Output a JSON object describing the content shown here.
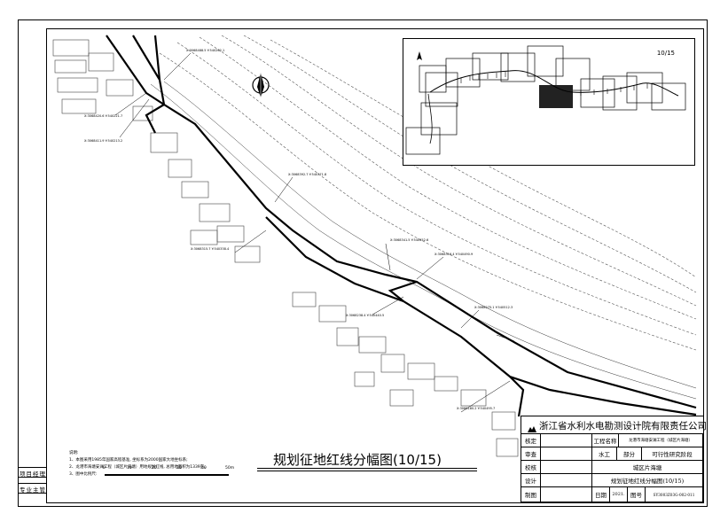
{
  "title": "规划征地红线分幅图(10/15)",
  "inset": {
    "sheet_label": "10/15"
  },
  "notes": {
    "heading": "说明:",
    "lines": [
      "1、本图采用1985年国家高程基准, 坐标系为2000国家大地坐标系;",
      "2、龙港市海塘安澜工程（城区片海塘）用地规划红线, 总用地面积为1339亩。",
      "3、图中比例尺:"
    ],
    "scale_ticks": [
      "0",
      "10",
      "20",
      "30",
      "40",
      "50m"
    ]
  },
  "side_labels": {
    "project_manager": "项目经理",
    "discipline_lead": "专业主管"
  },
  "title_block": {
    "company": "浙江省水利水电勘测设计院有限责任公司",
    "row1_left": "核定",
    "row1_mid": "工程名称",
    "row1_right": "龙港市海塘安澜工程（城区片海塘）",
    "row2_left": "审查",
    "row2_a": "水工",
    "row2_b": "部分",
    "row2_c": "可行性研究阶段",
    "row3_left": "校核",
    "row3_right": "城区片海塘",
    "row4_left": "设计",
    "row4_right": "规划征地红线分幅图(10/15)",
    "row5_left": "制图",
    "row5_date_label": "日期",
    "row5_date": "2021.",
    "row5_no_label": "图号",
    "row5_no": "SY3003Z03G-002-011"
  },
  "colors": {
    "line": "#000000",
    "paper": "#ffffff",
    "fill_dark": "#222222"
  }
}
